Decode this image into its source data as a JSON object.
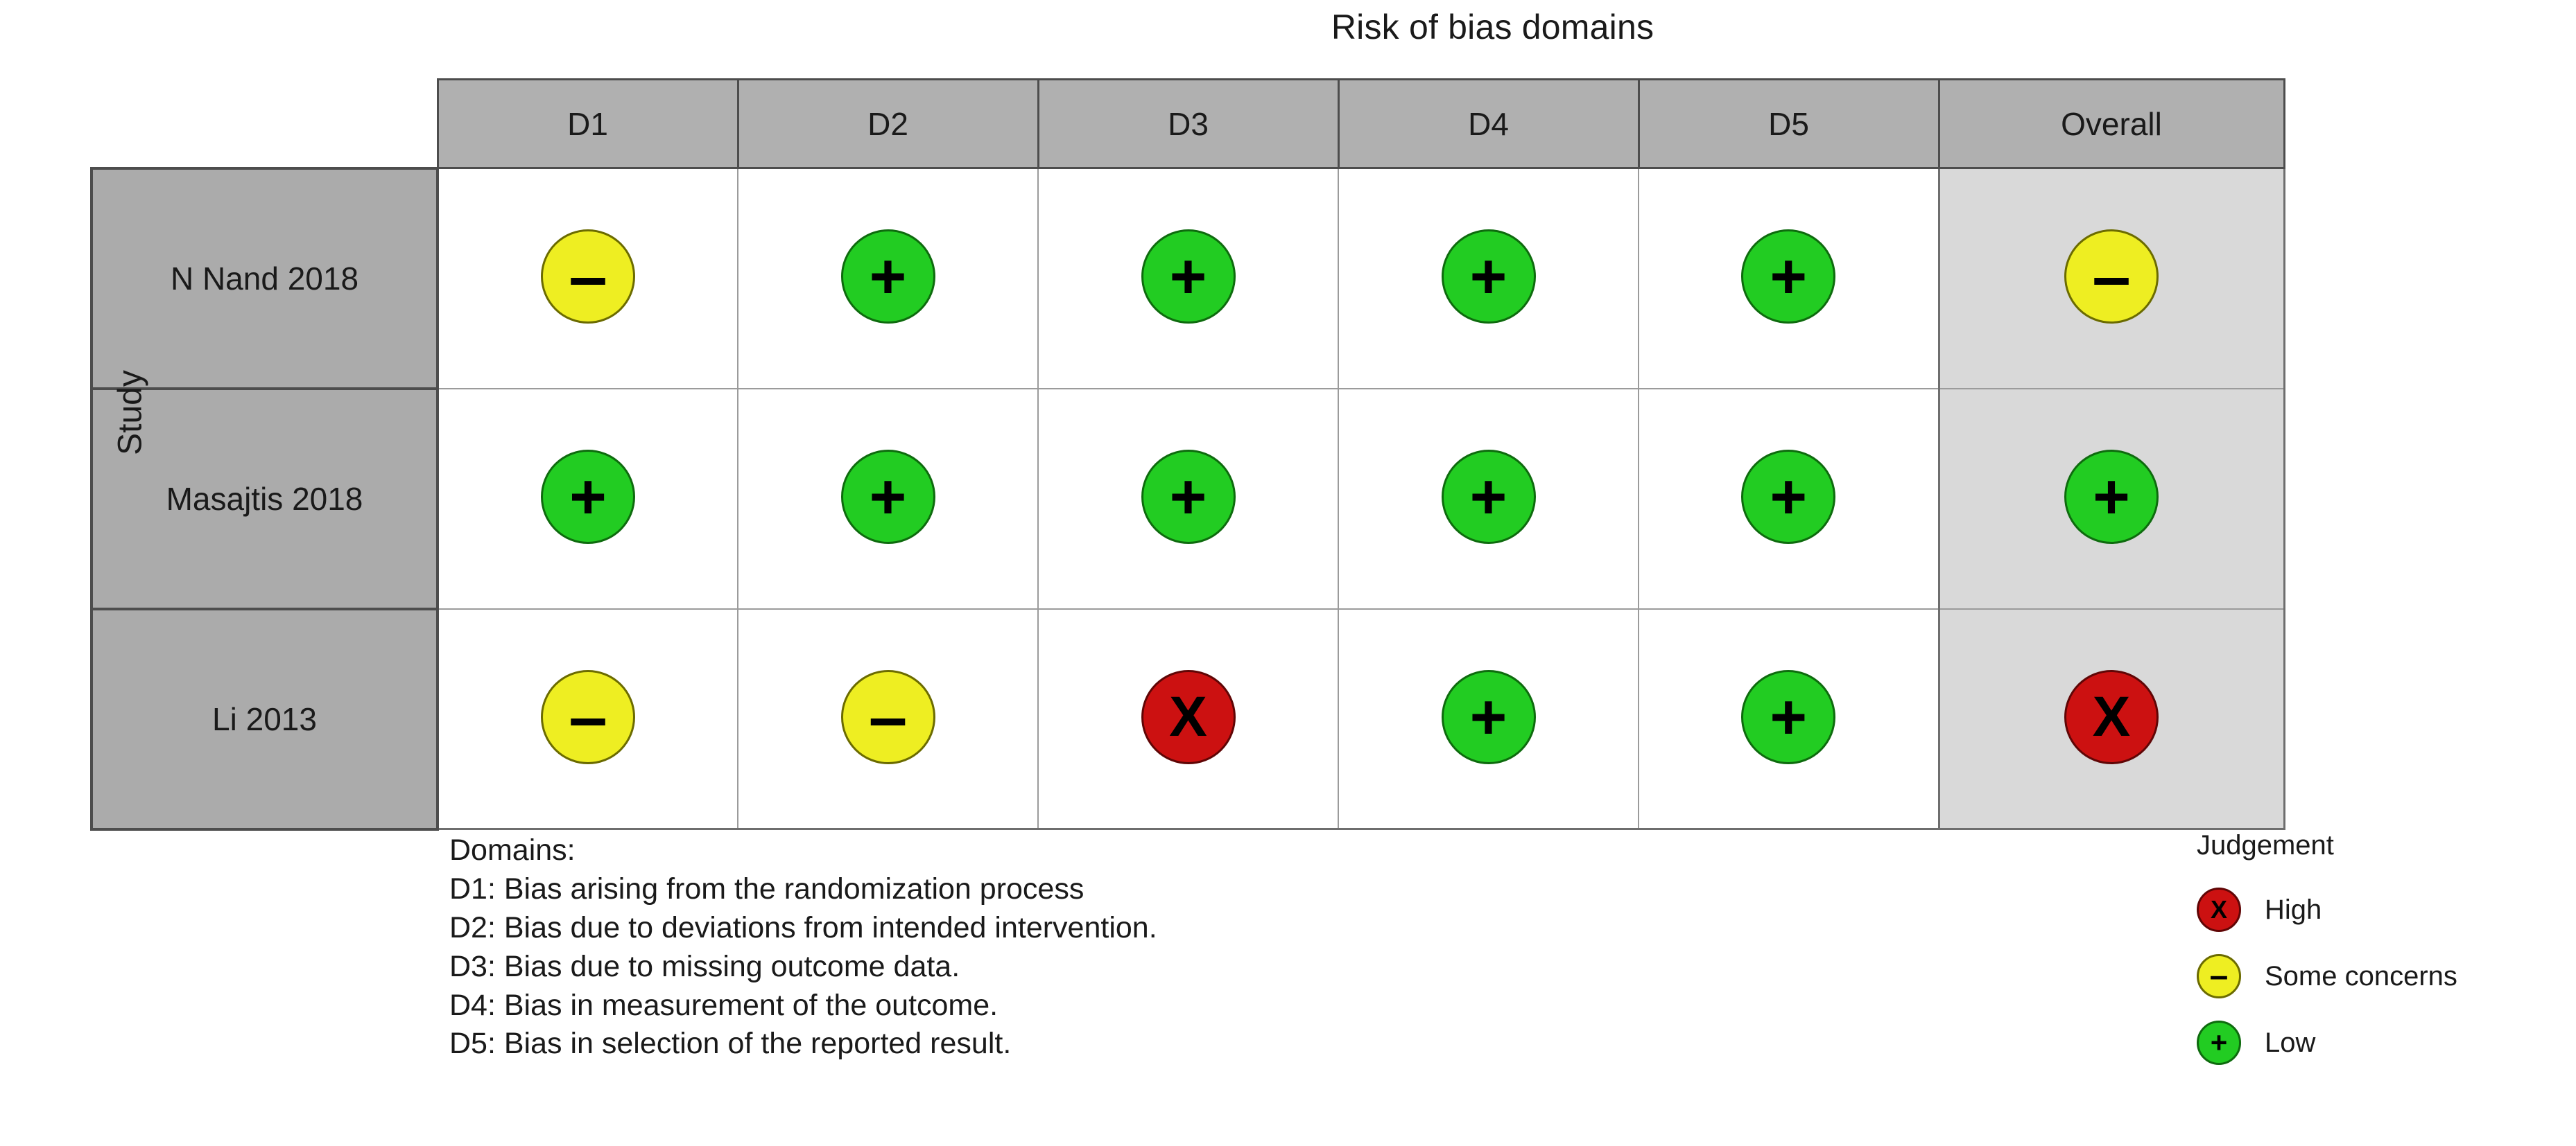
{
  "plot": {
    "title": "Risk of bias domains",
    "y_axis_label": "Study"
  },
  "table": {
    "column_headers": [
      "D1",
      "D2",
      "D3",
      "D4",
      "D5",
      "Overall"
    ],
    "row_header_label": "Study",
    "rows": [
      {
        "study": "N Nand 2018",
        "judgements": [
          "some",
          "low",
          "low",
          "low",
          "low"
        ],
        "overall": "some"
      },
      {
        "study": "Masajtis 2018",
        "judgements": [
          "low",
          "low",
          "low",
          "low",
          "low"
        ],
        "overall": "low"
      },
      {
        "study": "Li 2013",
        "judgements": [
          "some",
          "some",
          "high",
          "low",
          "low"
        ],
        "overall": "high"
      }
    ]
  },
  "glyphs": {
    "low": "+",
    "some": "–",
    "high": "X"
  },
  "colors": {
    "low": "#22cc22",
    "some": "#eeee22",
    "high": "#cc1111",
    "header_gray": "#b0b0b0",
    "study_label_gray": "#ababab",
    "overall_column_gray": "#d9d9d9"
  },
  "domains_legend": {
    "heading": "Domains:",
    "items": [
      "D1: Bias arising from the randomization process",
      "D2: Bias due to deviations from intended intervention.",
      "D3: Bias due to missing outcome data.",
      "D4: Bias in measurement of the outcome.",
      "D5: Bias in selection of the reported result."
    ]
  },
  "judgement_legend": {
    "heading": "Judgement",
    "items": [
      {
        "key": "high",
        "label": "High"
      },
      {
        "key": "some",
        "label": "Some concerns"
      },
      {
        "key": "low",
        "label": "Low"
      }
    ]
  },
  "chart_data": {
    "type": "heatmap",
    "title": "Risk of bias domains",
    "xlabel": "Risk of bias domains",
    "ylabel": "Study",
    "categories": [
      "D1",
      "D2",
      "D3",
      "D4",
      "D5",
      "Overall"
    ],
    "rows": [
      "N Nand 2018",
      "Masajtis 2018",
      "Li 2013"
    ],
    "values": [
      [
        "Some concerns",
        "Low",
        "Low",
        "Low",
        "Low",
        "Some concerns"
      ],
      [
        "Low",
        "Low",
        "Low",
        "Low",
        "Low",
        "Low"
      ],
      [
        "Some concerns",
        "Some concerns",
        "High",
        "Low",
        "Low",
        "High"
      ]
    ],
    "legend": [
      "High",
      "Some concerns",
      "Low"
    ],
    "legend_position": "bottom-right",
    "grid": true
  }
}
